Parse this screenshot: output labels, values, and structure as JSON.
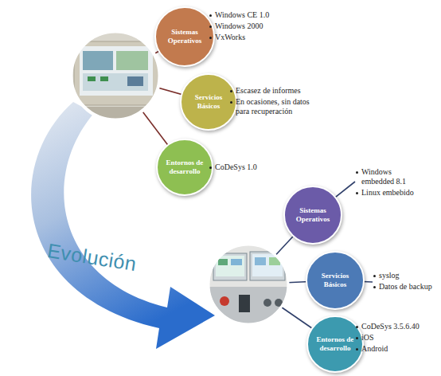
{
  "diagram": {
    "nodes": [
      {
        "text": [
          "Sistemas Operativos"
        ]
      },
      {
        "text": [
          "Servicios Básicos"
        ]
      },
      {
        "text": [
          "Entornos de desarrollo"
        ]
      },
      {
        "text": [
          "Sistemas Operativos"
        ]
      },
      {
        "text": [
          "Servicios Básicos"
        ]
      },
      {
        "text": [
          "Entornos de desarrollo"
        ]
      }
    ],
    "labels": [
      "Windows CE 1.0",
      "Windows 2000",
      "VxWorks",
      "Escasez de informes",
      "En ocasiones, sin datos para recuperación",
      "CoDeSys 1.0",
      "Evolución",
      "Windows embedded 8.1",
      "Linux embebido",
      "syslog",
      "Datos de backup",
      "CoDeSys 3.5.6.40",
      "iOS",
      "Android"
    ]
  }
}
